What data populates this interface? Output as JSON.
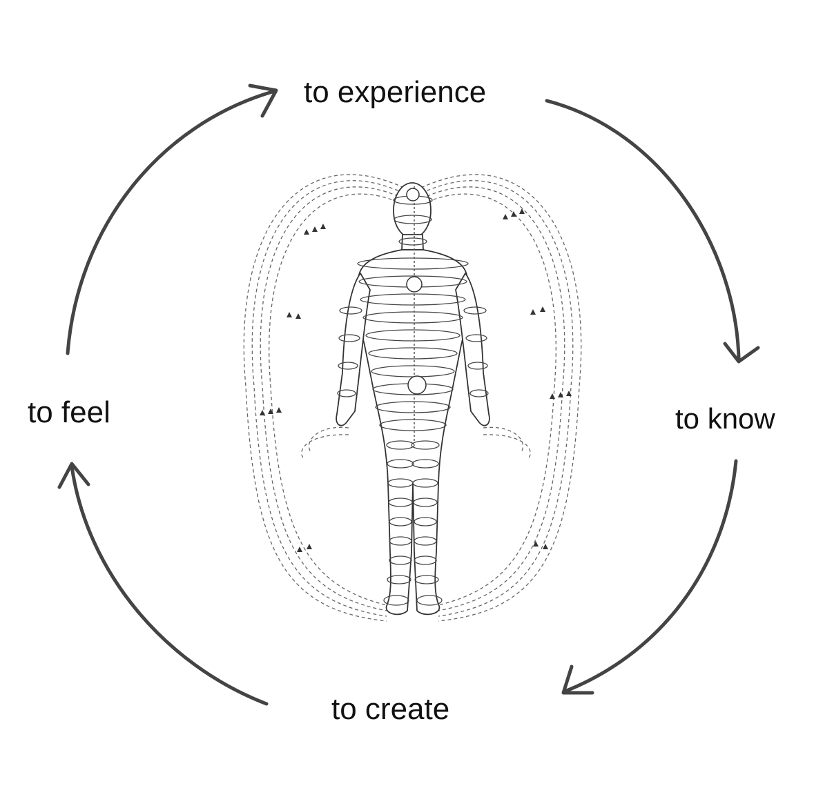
{
  "cycle": {
    "steps": [
      {
        "id": "top",
        "label": "to experience"
      },
      {
        "id": "right",
        "label": "to know"
      },
      {
        "id": "bottom",
        "label": "to create"
      },
      {
        "id": "left",
        "label": "to feel"
      }
    ],
    "direction": "clockwise",
    "arrow_color": "#444444",
    "text_color": "#111111"
  },
  "illustration": {
    "subject": "human figure wrapped in spiral energy lines with chakra points and dashed toroidal field lines",
    "line_color": "#555555"
  }
}
